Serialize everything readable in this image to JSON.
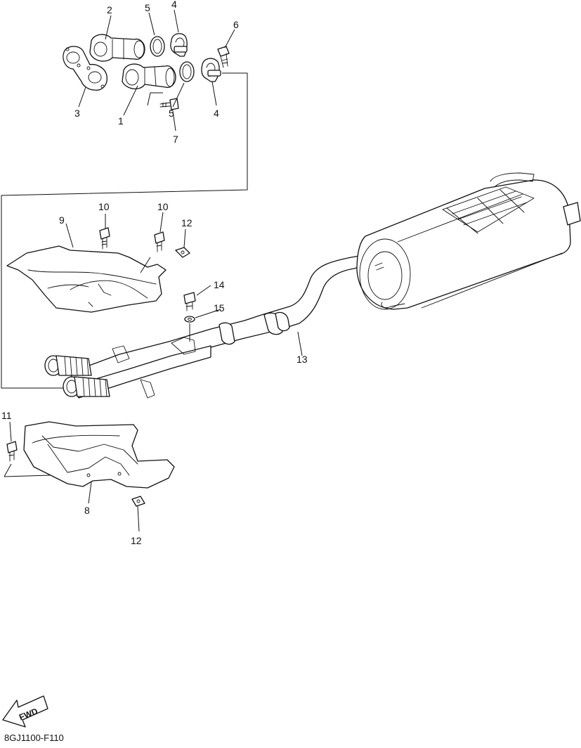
{
  "diagram": {
    "callouts": [
      {
        "id": "c2",
        "label": "2"
      },
      {
        "id": "c5a",
        "label": "5"
      },
      {
        "id": "c4a",
        "label": "4"
      },
      {
        "id": "c6",
        "label": "6"
      },
      {
        "id": "c3",
        "label": "3"
      },
      {
        "id": "c1",
        "label": "1"
      },
      {
        "id": "c5b",
        "label": "5"
      },
      {
        "id": "c4b",
        "label": "4"
      },
      {
        "id": "c7",
        "label": "7"
      },
      {
        "id": "c9",
        "label": "9"
      },
      {
        "id": "c10a",
        "label": "10"
      },
      {
        "id": "c10b",
        "label": "10"
      },
      {
        "id": "c12a",
        "label": "12"
      },
      {
        "id": "c14",
        "label": "14"
      },
      {
        "id": "c15",
        "label": "15"
      },
      {
        "id": "c13",
        "label": "13"
      },
      {
        "id": "c11",
        "label": "11"
      },
      {
        "id": "c8",
        "label": "8"
      },
      {
        "id": "c12b",
        "label": "12"
      }
    ],
    "fwd_label": "FWD",
    "diagram_code": "8GJ1100-F110"
  }
}
